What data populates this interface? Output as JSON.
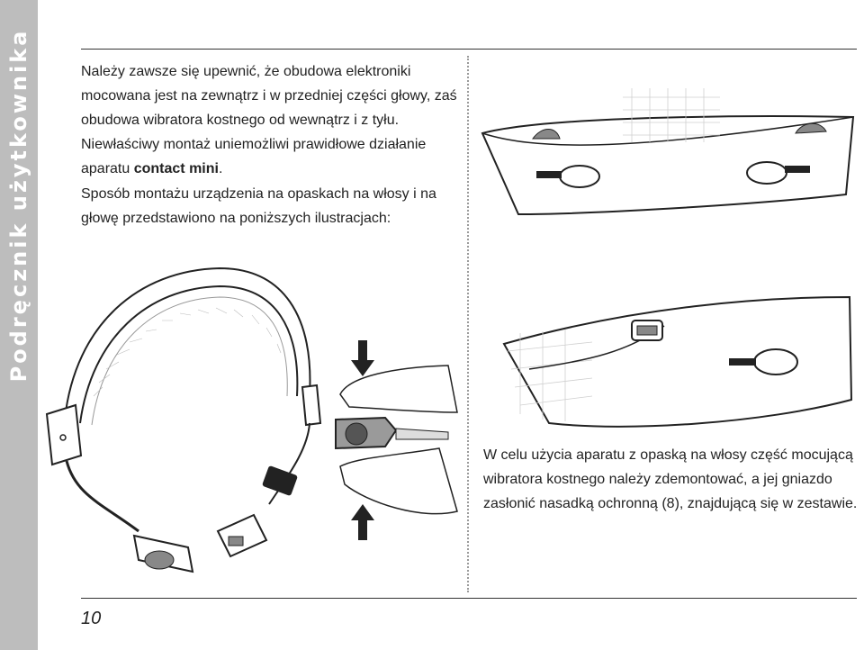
{
  "side_tab": {
    "label": "Podręcznik użytkownika"
  },
  "paragraph_1": {
    "text_before": "Należy zawsze się upewnić, że obudowa elektroniki mocowana jest na zewnątrz i w przedniej części głowy, zaś obudowa wibratora kostnego od wewnątrz i z tyłu. Niewłaściwy montaż uniemożliwi prawidłowe działanie aparatu ",
    "brand": "contact mini",
    "text_after": "."
  },
  "paragraph_2": {
    "text": "Sposób montażu urządzenia na opaskach na włosy i na głowę przedstawiono na poniższych ilustracjach:"
  },
  "paragraph_3": {
    "text": "W celu użycia aparatu z opaską na włosy część mocującą wibratora kostnego należy zdemontować, a jej gniazdo zasłonić nasadką ochronną (8), znajdującą się w zestawie."
  },
  "page_number": "10",
  "colors": {
    "side_tab": "#bdbdbd",
    "line": "#222222",
    "device_grey": "#8a8a8a",
    "mesh": "#cccccc"
  }
}
